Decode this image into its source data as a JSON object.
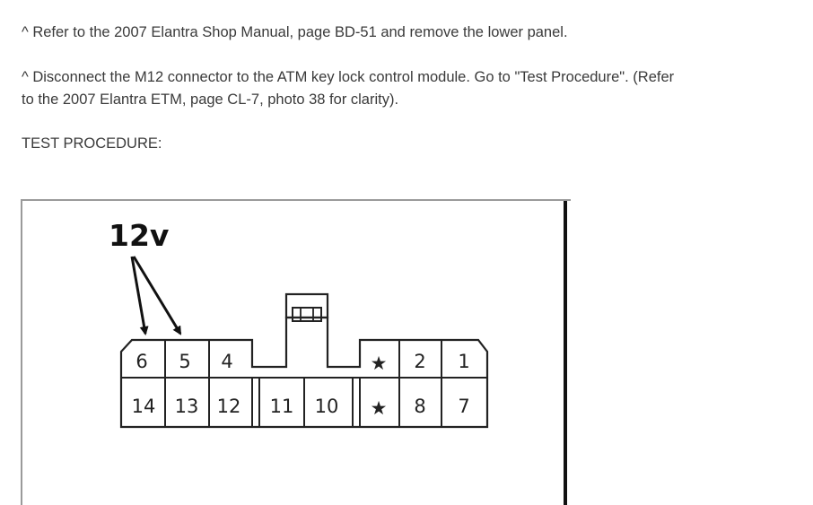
{
  "article": {
    "step1": "^ Refer to the 2007 Elantra Shop Manual, page BD-51 and remove the lower panel.",
    "step2_line1": "^ Disconnect the M12 connector to the ATM key lock control module. Go to \"Test Procedure\". (Refer",
    "step2_line2": "to the 2007 Elantra ETM, page CL-7, photo 38 for clarity).",
    "heading": "TEST PROCEDURE:"
  },
  "diagram": {
    "voltage_label": "12v",
    "pins_top_left": [
      "6",
      "5",
      "4"
    ],
    "pins_top_right": [
      "★",
      "2",
      "1"
    ],
    "pins_bottom_left": [
      "14",
      "13",
      "12"
    ],
    "pins_bottom_middle": [
      "11",
      "10"
    ],
    "pins_bottom_right": [
      "★",
      "8",
      "7"
    ]
  }
}
